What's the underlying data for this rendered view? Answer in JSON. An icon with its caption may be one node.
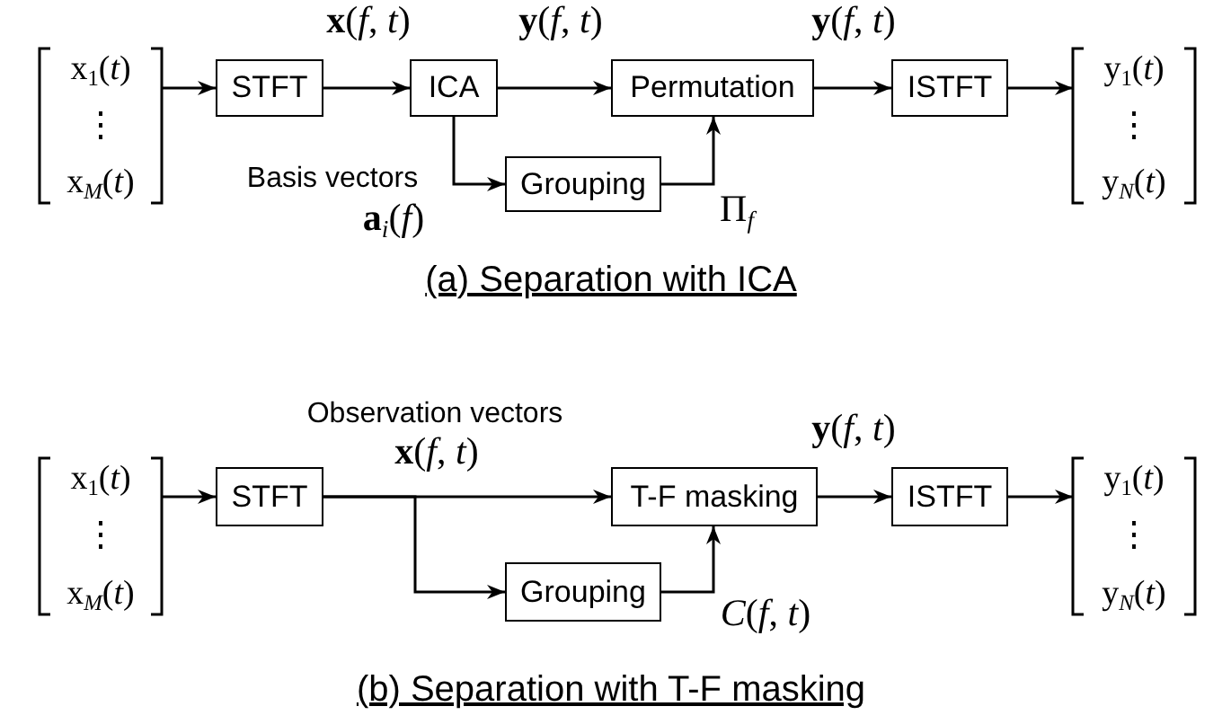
{
  "diagram": {
    "nodes": [
      {
        "text": [
          "x$_{1}$(*t*)",
          "⋮",
          "x$_{M}$(*t*)"
        ]
      },
      {
        "text": [
          "STFT"
        ]
      },
      {
        "text": [
          "ICA"
        ]
      },
      {
        "text": [
          "Permutation"
        ]
      },
      {
        "text": [
          "ISTFT"
        ]
      },
      {
        "text": [
          "y$_{1}$(*t*)",
          "⋮",
          "y$_{N}$(*t*)"
        ]
      },
      {
        "text": [
          "Grouping"
        ]
      },
      {
        "text": [
          "x$_{1}$(*t*)",
          "⋮",
          "x$_{M}$(*t*)"
        ]
      },
      {
        "text": [
          "STFT"
        ]
      },
      {
        "text": [
          "T-F masking"
        ]
      },
      {
        "text": [
          "ISTFT"
        ]
      },
      {
        "text": [
          "y$_{1}$(*t*)",
          "⋮",
          "y$_{N}$(*t*)"
        ]
      },
      {
        "text": [
          "Grouping"
        ]
      }
    ],
    "edges": [
      {
        "from": 0,
        "to": 1,
        "arrow": "to"
      },
      {
        "from": 1,
        "to": 2,
        "arrow": "to",
        "label": "**x**(*f*, *t*)"
      },
      {
        "from": 2,
        "to": 3,
        "arrow": "to",
        "label": "**y**(*f*, *t*)"
      },
      {
        "from": 2,
        "to": 6,
        "arrow": "to",
        "label": "**a**$_{i}$(*f*)"
      },
      {
        "from": 6,
        "to": 3,
        "arrow": "to",
        "label": "Π$_{f}$"
      },
      {
        "from": 3,
        "to": 4,
        "arrow": "to",
        "label": "**y**(*f*, *t*)"
      },
      {
        "from": 4,
        "to": 5,
        "arrow": "to"
      },
      {
        "from": 7,
        "to": 8,
        "arrow": "to"
      },
      {
        "from": 8,
        "to": 9,
        "arrow": "to",
        "label": "**x**(*f*, *t*)"
      },
      {
        "from": 8,
        "to": 12,
        "arrow": "to"
      },
      {
        "from": 12,
        "to": 9,
        "arrow": "to",
        "label": "*C*(*f*, *t*)"
      },
      {
        "from": 9,
        "to": 10,
        "arrow": "to",
        "label": "**y**(*f*, *t*)"
      },
      {
        "from": 10,
        "to": 11,
        "arrow": "to"
      }
    ],
    "labels": [
      "Basis vectors",
      "(a) Separation with ICA",
      "Observation vectors",
      "(b) Separation with T-F masking"
    ]
  }
}
